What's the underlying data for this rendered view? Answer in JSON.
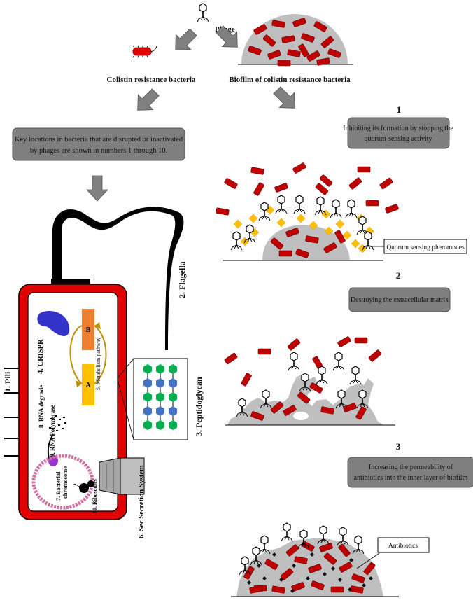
{
  "top": {
    "phage_label": "Phage",
    "colistin_label": "Colistin resistance bacteria",
    "biofilm_label": "Biofilm of colistin resistance bacteria"
  },
  "key_locations_box": {
    "line1": "Key locations in bacteria that are disrupted or inactivated",
    "line2": "by phages are shown in numbers 1 through 10."
  },
  "cell_labels": {
    "pili": "1. Pili",
    "flagella": "2. Flagella",
    "peptidoglycan": "3. Peptidoglycan",
    "crispr": "4. CRISPR",
    "metabolism": "5. Metabolism pathway",
    "secretion": "6. Sec Secretion System",
    "chromosome_line1": "7. Bacterial",
    "chromosome_line2": "chromosome",
    "rna_degrade": "8. RNA degrade",
    "rna_polymerase": "9. RNA Polymerase",
    "ribosomes": "10. Ribosomes",
    "node_a": "A",
    "node_b": "B"
  },
  "steps": [
    {
      "number": "1",
      "line1": "Inhibiting its formation by stopping the",
      "line2": "quorum-sensing activity"
    },
    {
      "number": "2",
      "line1": "Destroying the extracellular matrix",
      "line2": ""
    },
    {
      "number": "3",
      "line1": "Increasing the permeability of",
      "line2": "antibiotics into the inner layer of biofilm"
    }
  ],
  "callouts": {
    "quorum": "Quorum sensing pheromones",
    "antibiotics": "Antibiotics"
  },
  "colors": {
    "bacteria_red": "#c00000",
    "cell_border": "#e00000",
    "biofilm_gray": "#bfbfbf",
    "box_gray": "#7f7f7f",
    "arrow_gray": "#808080",
    "pheromone_yellow": "#ffc000",
    "crispr_blue": "#3333cc",
    "metab_orange": "#ed7d31",
    "metab_yellow": "#ffc000",
    "polymerase_purple": "#9933cc",
    "pg_green": "#00b050",
    "pg_blue": "#4472c4"
  }
}
